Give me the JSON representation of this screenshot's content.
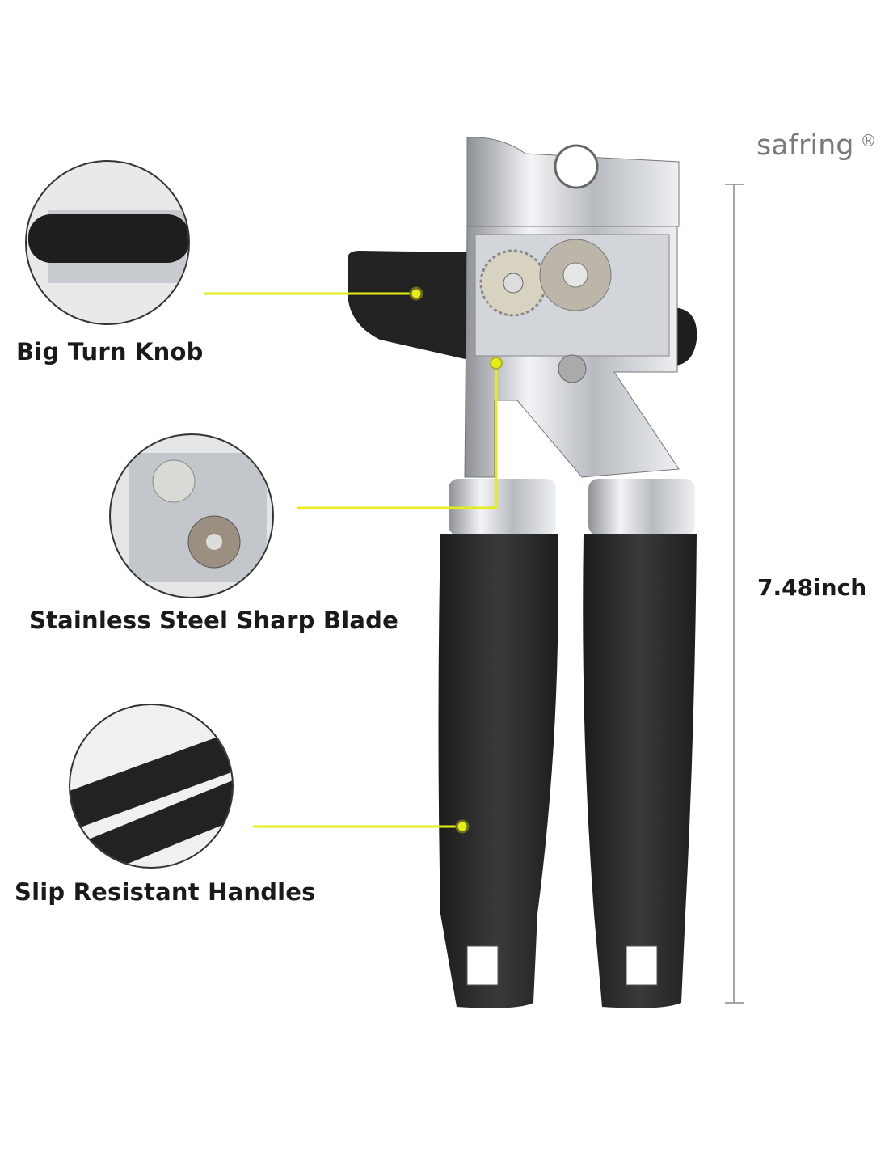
{
  "brand": {
    "name": "safring",
    "mark": "®"
  },
  "features": [
    {
      "label": "Big Turn Knob",
      "detail_icon": "turn-knob-closeup"
    },
    {
      "label": "Stainless Steel Sharp Blade",
      "detail_icon": "blade-gear-closeup"
    },
    {
      "label": "Slip Resistant Handles",
      "detail_icon": "handles-closeup"
    }
  ],
  "dimension": {
    "length": "7.48inch"
  },
  "colors": {
    "callout": "#e4ec1a",
    "handle": "#2b2b2b",
    "steel": "#c9ccd0",
    "text": "#1a1a1a",
    "brand": "#7a7a7a"
  }
}
